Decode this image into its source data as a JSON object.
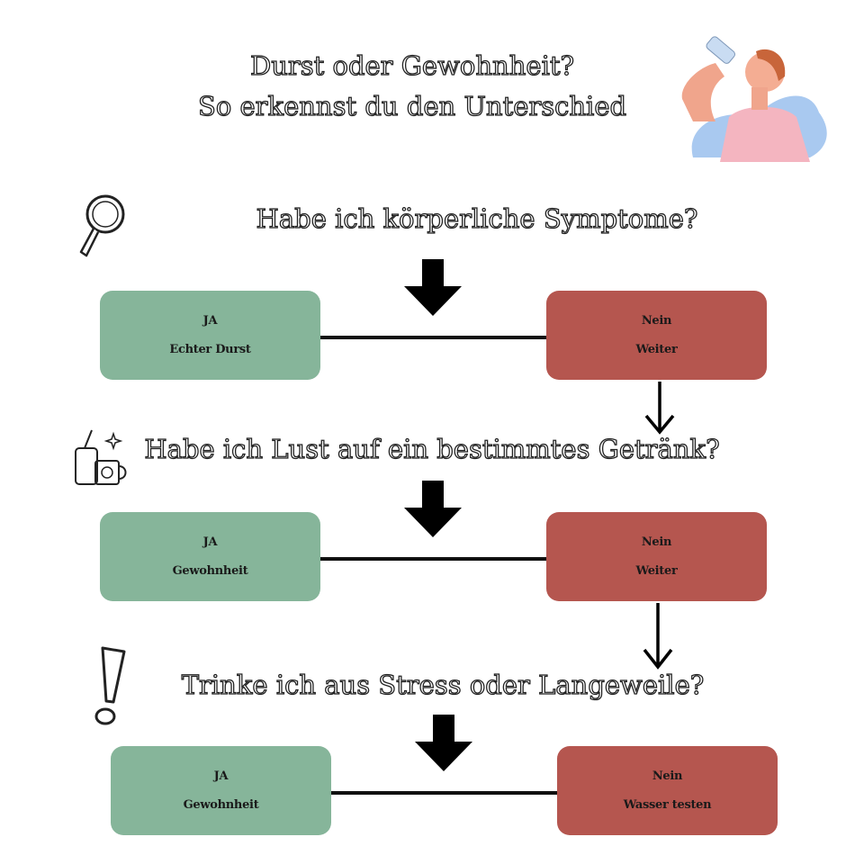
{
  "title": {
    "line1": "Durst oder Gewohnheit?",
    "line2": "So erkennst du den Unterschied"
  },
  "colors": {
    "yes": "#86b59a",
    "no": "#b5564f"
  },
  "steps": [
    {
      "question": "Habe ich körperliche Symptome?",
      "icon": "magnifier-icon",
      "yes": {
        "label": "JA",
        "result": "Echter Durst"
      },
      "no": {
        "label": "Nein",
        "result": "Weiter"
      }
    },
    {
      "question": "Habe ich Lust auf ein bestimmtes Getränk?",
      "icon": "drinks-icon",
      "yes": {
        "label": "JA",
        "result": "Gewohnheit"
      },
      "no": {
        "label": "Nein",
        "result": "Weiter"
      }
    },
    {
      "question": "Trinke ich aus Stress oder Langeweile?",
      "icon": "exclamation-icon",
      "yes": {
        "label": "JA",
        "result": "Gewohnheit"
      },
      "no": {
        "label": "Nein",
        "result": "Wasser testen"
      }
    }
  ]
}
